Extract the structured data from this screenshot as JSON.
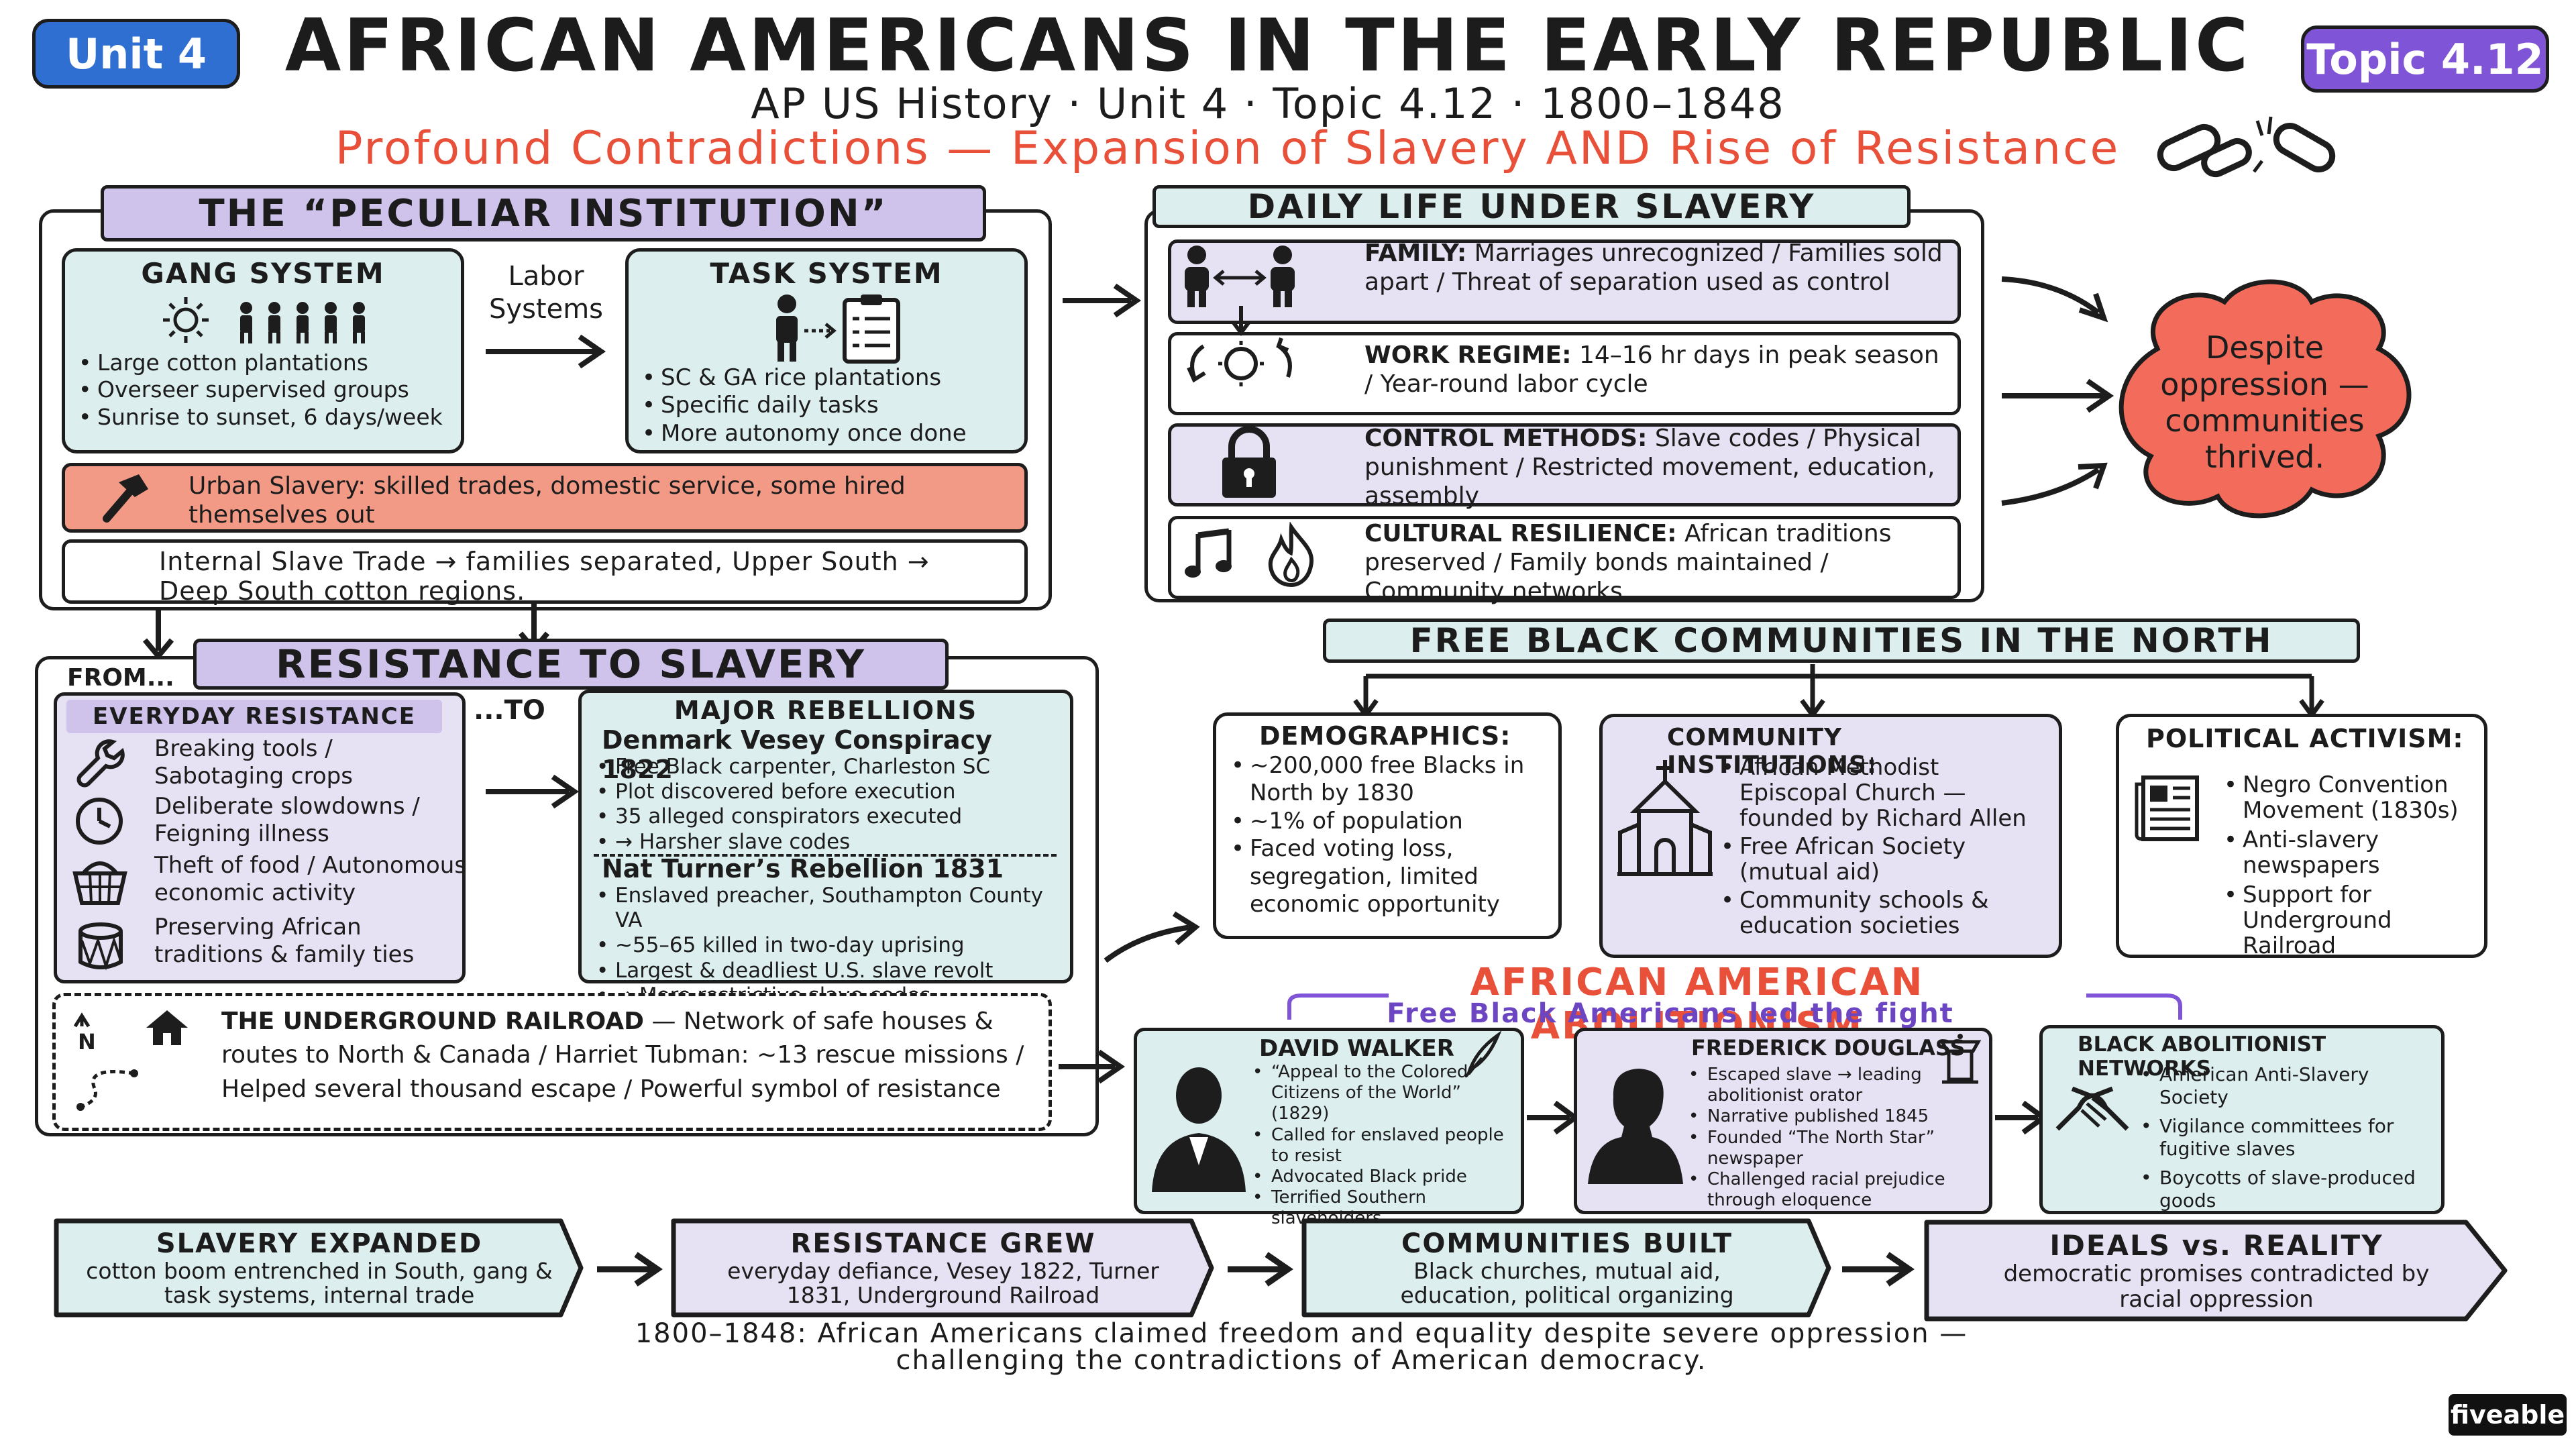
{
  "header": {
    "unit_badge": "Unit 4",
    "topic_badge": "Topic 4.12",
    "title": "AFRICAN AMERICANS IN THE EARLY REPUBLIC",
    "subtitle": "AP US History · Unit 4 · Topic 4.12 · 1800–1848",
    "tagline": "Profound Contradictions — Expansion of Slavery AND Rise of Resistance"
  },
  "peculiar": {
    "banner": "THE “PECULIAR INSTITUTION”",
    "gang_title": "GANG SYSTEM",
    "gang_items": [
      "Large cotton plantations",
      "Overseer supervised groups",
      "Sunrise to sunset, 6 days/week"
    ],
    "labor_label": "Labor Systems",
    "task_title": "TASK SYSTEM",
    "task_items": [
      "SC & GA rice plantations",
      "Specific daily tasks",
      "More autonomy once done"
    ],
    "urban": "Urban Slavery: skilled trades, domestic service, some hired themselves out",
    "trade": "Internal Slave Trade → families separated, Upper South → Deep South cotton regions."
  },
  "daily": {
    "banner": "DAILY LIFE UNDER SLAVERY",
    "rows": [
      {
        "label": "FAMILY:",
        "text": " Marriages unrecognized / Families sold apart / Threat of separation used as control"
      },
      {
        "label": "WORK REGIME:",
        "text": " 14–16 hr days in peak season / Year-round labor cycle"
      },
      {
        "label": "CONTROL METHODS:",
        "text": " Slave codes / Physical punishment / Restricted movement, education, assembly"
      },
      {
        "label": "CULTURAL RESILIENCE:",
        "text": " African traditions preserved / Family bonds maintained / Community networks"
      }
    ],
    "cloud": "Despite oppression — communities thrived."
  },
  "resistance": {
    "banner": "RESISTANCE TO SLAVERY",
    "from": "FROM...",
    "to": "...TO",
    "everyday_title": "EVERYDAY RESISTANCE",
    "everyday_items": [
      "Breaking tools / Sabotaging crops",
      "Deliberate slowdowns / Feigning illness",
      "Theft of food / Autonomous economic activity",
      "Preserving African traditions & family ties"
    ],
    "major_title": "MAJOR REBELLIONS",
    "vesey_title": "Denmark Vesey Conspiracy 1822",
    "vesey_items": [
      "Free Black carpenter, Charleston SC",
      "Plot discovered before execution",
      "35 alleged conspirators executed",
      "→ Harsher slave codes"
    ],
    "turner_title": "Nat Turner’s Rebellion 1831",
    "turner_items": [
      "Enslaved preacher, Southampton County VA",
      "~55–65 killed in two-day uprising",
      "Largest & deadliest U.S. slave revolt",
      "→ More restrictive slave codes"
    ],
    "ugrr_label": "THE UNDERGROUND RAILROAD",
    "ugrr_text": " — Network of safe houses & routes to North & Canada / Harriet Tubman: ~13 rescue missions / Helped several thousand escape / Powerful symbol of resistance",
    "compass_n": "N"
  },
  "free": {
    "banner": "FREE BLACK COMMUNITIES IN THE NORTH",
    "demo_title": "DEMOGRAPHICS:",
    "demo_items": [
      "~200,000 free Blacks in North by 1830",
      "~1% of population",
      "Faced voting loss, segregation, limited economic opportunity"
    ],
    "inst_title": "COMMUNITY INSTITUTIONS:",
    "inst_items": [
      "African Methodist Episcopal Church — founded by Richard Allen",
      "Free African Society (mutual aid)",
      "Community schools & education societies"
    ],
    "pol_title": "POLITICAL ACTIVISM:",
    "pol_items": [
      "Negro Convention Movement (1830s)",
      "Anti-slavery newspapers",
      "Support for Underground Railroad"
    ]
  },
  "abolition": {
    "title": "AFRICAN AMERICAN ABOLITIONISM",
    "subtitle": "Free Black Americans led the fight",
    "walker_title": "DAVID WALKER",
    "walker_items": [
      "“Appeal to the Colored Citizens of the World” (1829)",
      "Called for enslaved people to resist",
      "Advocated Black pride",
      "Terrified Southern slaveholders"
    ],
    "douglass_title": "FREDERICK DOUGLASS",
    "douglass_items": [
      "Escaped slave → leading abolitionist orator",
      "Narrative published 1845",
      "Founded “The North Star” newspaper",
      "Challenged racial prejudice through eloquence"
    ],
    "networks_title": "BLACK ABOLITIONIST NETWORKS",
    "networks_items": [
      "American Anti-Slavery Society",
      "Vigilance committees for fugitive slaves",
      "Boycotts of slave-produced goods"
    ]
  },
  "summary": {
    "steps": [
      {
        "title": "SLAVERY EXPANDED",
        "text": "cotton boom entrenched in South, gang & task systems, internal trade"
      },
      {
        "title": "RESISTANCE GREW",
        "text": "everyday defiance, Vesey 1822, Turner 1831, Underground Railroad"
      },
      {
        "title": "COMMUNITIES BUILT",
        "text": "Black churches, mutual aid, education, political organizing"
      },
      {
        "title": "IDEALS vs. REALITY",
        "text": "democratic promises contradicted by racial oppression"
      }
    ],
    "footer": "1800–1848: African Americans claimed freedom and equality despite severe oppression — challenging the contradictions of American democracy."
  },
  "brand": "fiveable",
  "colors": {
    "unit_blue": "#2f6fd1",
    "topic_purple": "#7f54d6",
    "accent_red": "#e8503a",
    "mint": "#dcefee",
    "lavender": "#e6e1f3",
    "salmon": "#f29a86"
  }
}
